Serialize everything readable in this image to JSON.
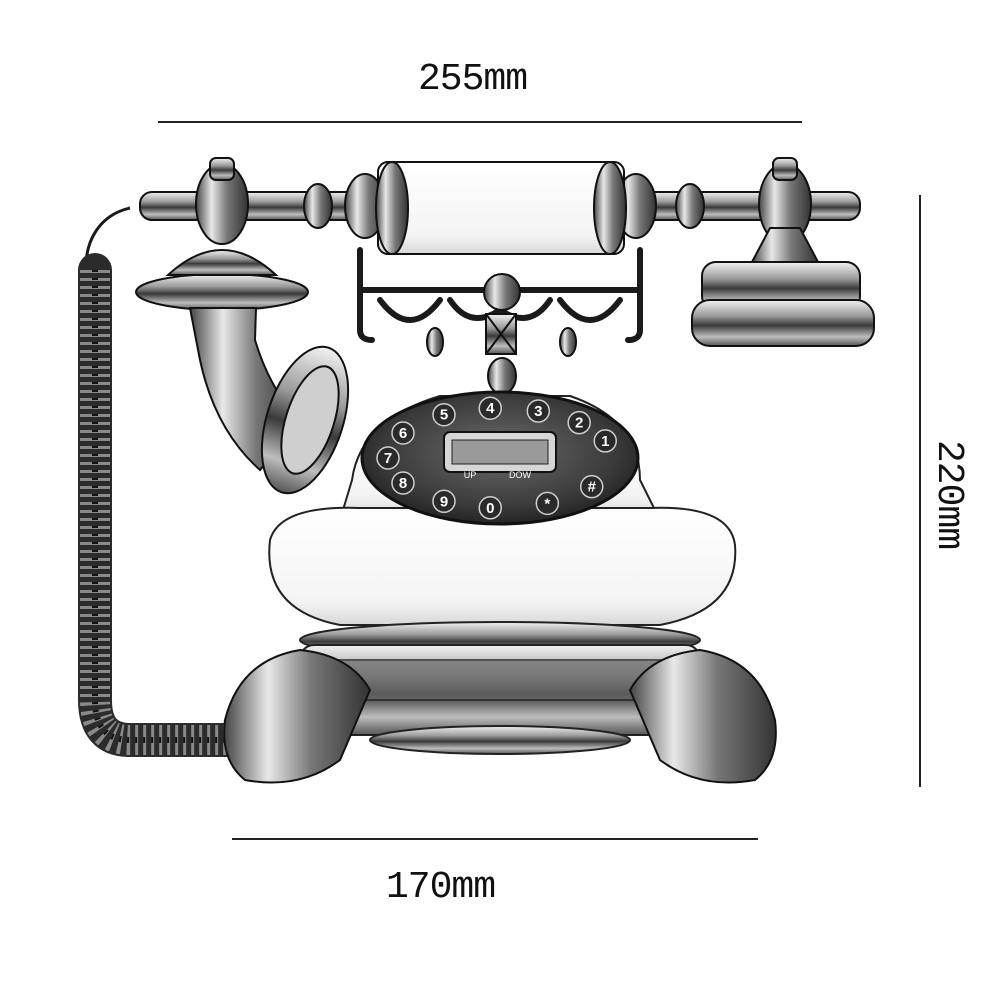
{
  "dimensions": {
    "width_top": "255mm",
    "width_bottom": "170mm",
    "height": "220mm"
  },
  "dial_digits": [
    "1",
    "2",
    "3",
    "4",
    "5",
    "6",
    "7",
    "8",
    "9",
    "0",
    "*",
    "#"
  ],
  "dial_keys": {
    "up": "UP",
    "down": "DOW"
  },
  "image": {
    "subject": "telephone-illustration",
    "style": "pencil-sketch"
  }
}
